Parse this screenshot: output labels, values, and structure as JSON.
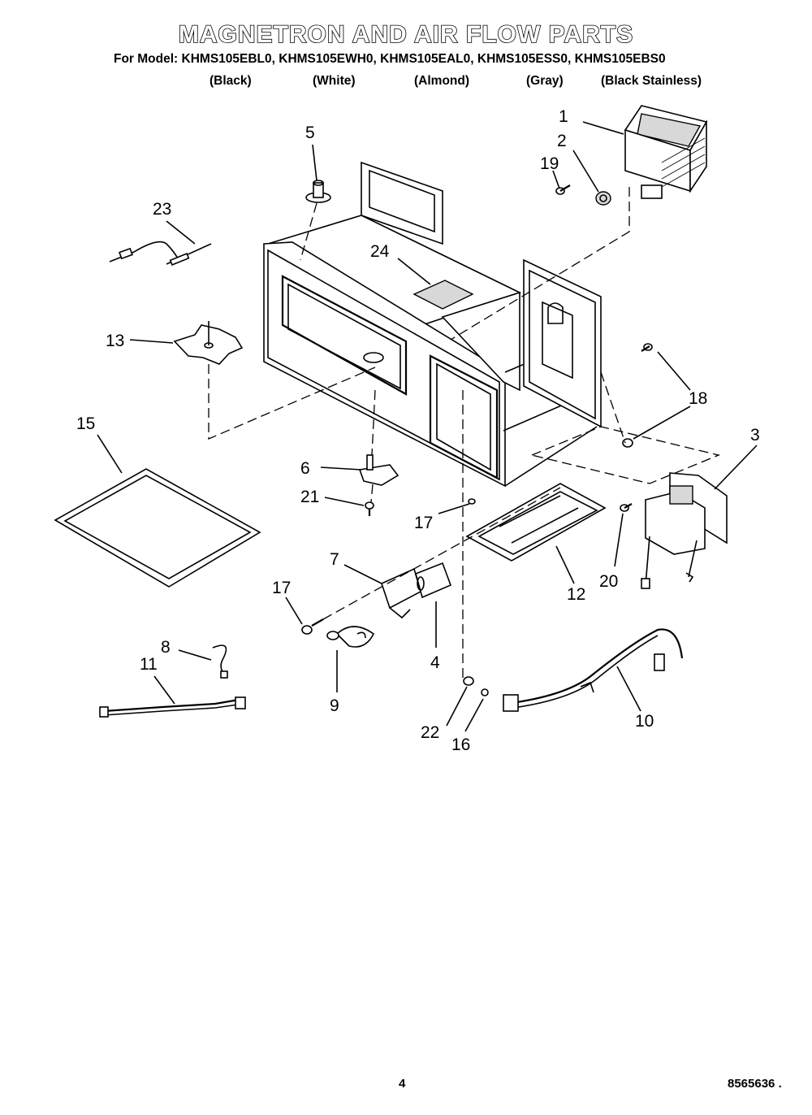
{
  "header": {
    "title": "MAGNETRON AND AIR FLOW PARTS",
    "models_line": "For Model: KHMS105EBL0, KHMS105EWH0, KHMS105EAL0, KHMS105ESS0, KHMS105EBS0",
    "colors": [
      "(Black)",
      "(White)",
      "(Almond)",
      "(Gray)",
      "(Black Stainless)"
    ]
  },
  "callouts": {
    "c1": "1",
    "c2": "2",
    "c3": "3",
    "c4": "4",
    "c5": "5",
    "c6": "6",
    "c7": "7",
    "c8": "8",
    "c9": "9",
    "c10": "10",
    "c11": "11",
    "c12": "12",
    "c13": "13",
    "c15": "15",
    "c16": "16",
    "c17a": "17",
    "c17b": "17",
    "c18": "18",
    "c19": "19",
    "c20": "20",
    "c21": "21",
    "c22": "22",
    "c23": "23",
    "c24": "24"
  },
  "footer": {
    "page_number": "4",
    "doc_number": "8565636 ."
  }
}
